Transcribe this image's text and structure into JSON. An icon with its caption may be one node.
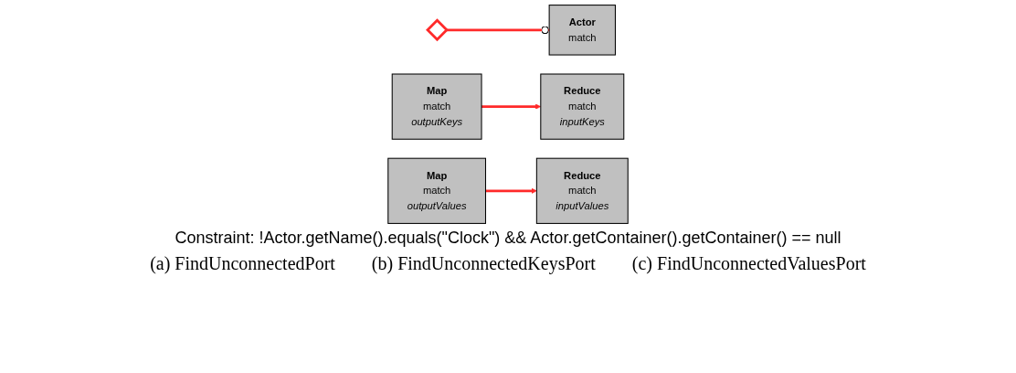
{
  "diagram": {
    "nodes": [
      {
        "text": [],
        "shape": "diamond"
      },
      {
        "text": [
          "Actor",
          "match"
        ]
      },
      {
        "text": [
          "Map",
          "match",
          "outputKeys"
        ]
      },
      {
        "text": [
          "Reduce",
          "match",
          "inputKeys"
        ]
      },
      {
        "text": [
          "Map",
          "match",
          "outputValues"
        ]
      },
      {
        "text": [
          "Reduce",
          "match",
          "inputValues"
        ]
      }
    ],
    "edges": [
      {
        "from": 0,
        "to": 1,
        "arrow": "other"
      },
      {
        "from": 2,
        "to": 3,
        "arrow": "to"
      },
      {
        "from": 4,
        "to": 5,
        "arrow": "to"
      }
    ],
    "labels": [
      "Constraint: !Actor.getName().equals(\"Clock\") && Actor.getContainer().getContainer() == null",
      "(a) FindUnconnectedPort",
      "(b) FindUnconnectedKeysPort",
      "(c) FindUnconnectedValuesPort"
    ]
  }
}
